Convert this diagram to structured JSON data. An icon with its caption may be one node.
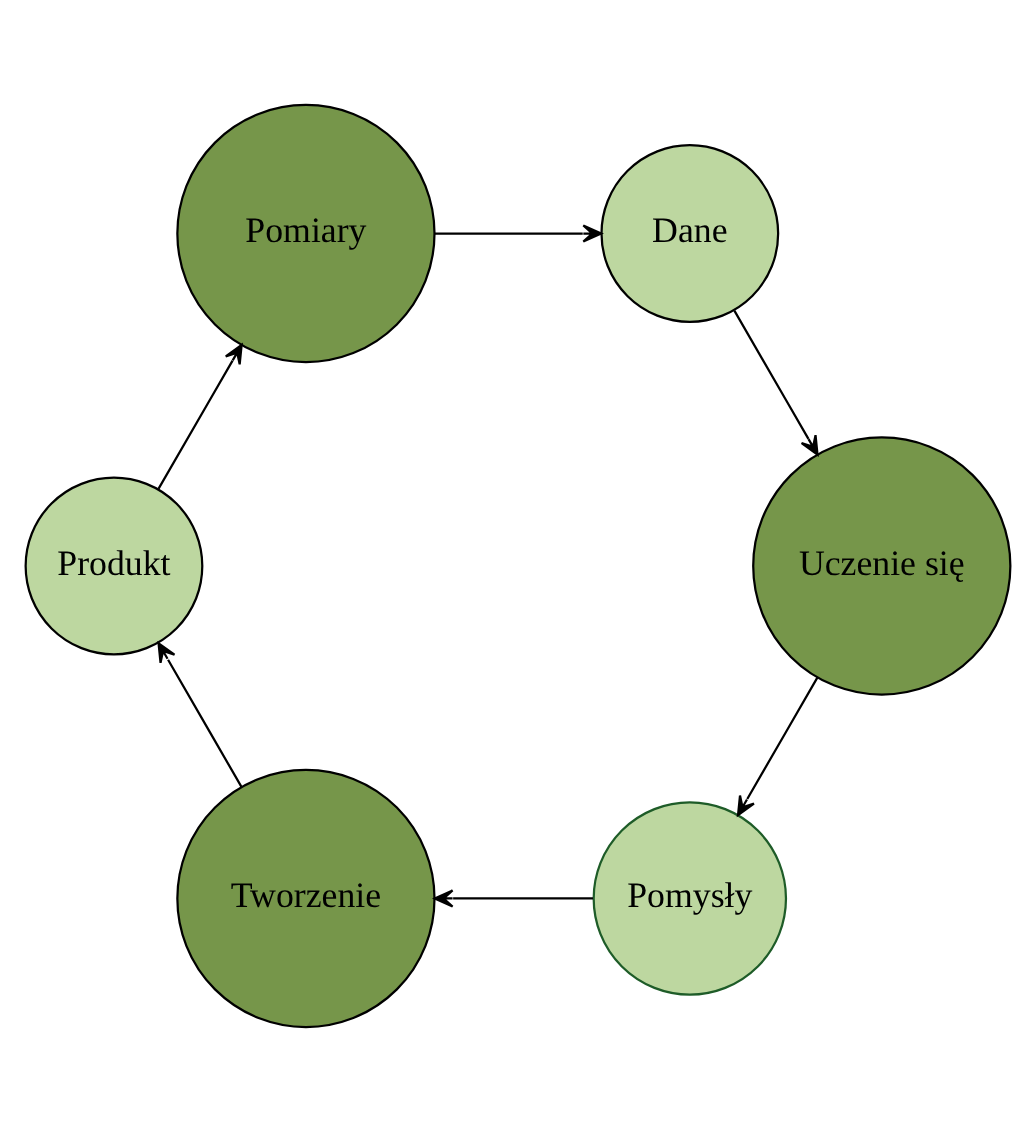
{
  "diagram": {
    "nodes": [
      {
        "text": [
          "Pomysły"
        ]
      },
      {
        "text": [
          "Tworzenie"
        ]
      },
      {
        "text": [
          "Produkt"
        ]
      },
      {
        "text": [
          "Pomiary"
        ]
      },
      {
        "text": [
          "Dane"
        ]
      },
      {
        "text": [
          "Uczenie się"
        ]
      }
    ],
    "edges": [
      {
        "from": 0,
        "to": 1,
        "arrow": "to"
      },
      {
        "from": 1,
        "to": 2,
        "arrow": "to"
      },
      {
        "from": 2,
        "to": 3,
        "arrow": "to"
      },
      {
        "from": 3,
        "to": 4,
        "arrow": "to"
      },
      {
        "from": 4,
        "to": 5,
        "arrow": "to"
      },
      {
        "from": 5,
        "to": 0,
        "arrow": "to"
      }
    ]
  }
}
